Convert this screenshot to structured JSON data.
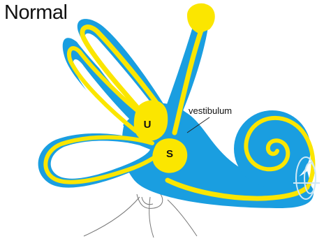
{
  "diagram": {
    "title": "Normal",
    "labels": {
      "utricle": "U",
      "saccule": "S",
      "vestibulum": "vestibulum"
    }
  },
  "colors": {
    "perilymph_blue": "#1a9ee0",
    "endolymph_yellow": "#fbe600",
    "background": "#ffffff",
    "outline": "#444444"
  }
}
